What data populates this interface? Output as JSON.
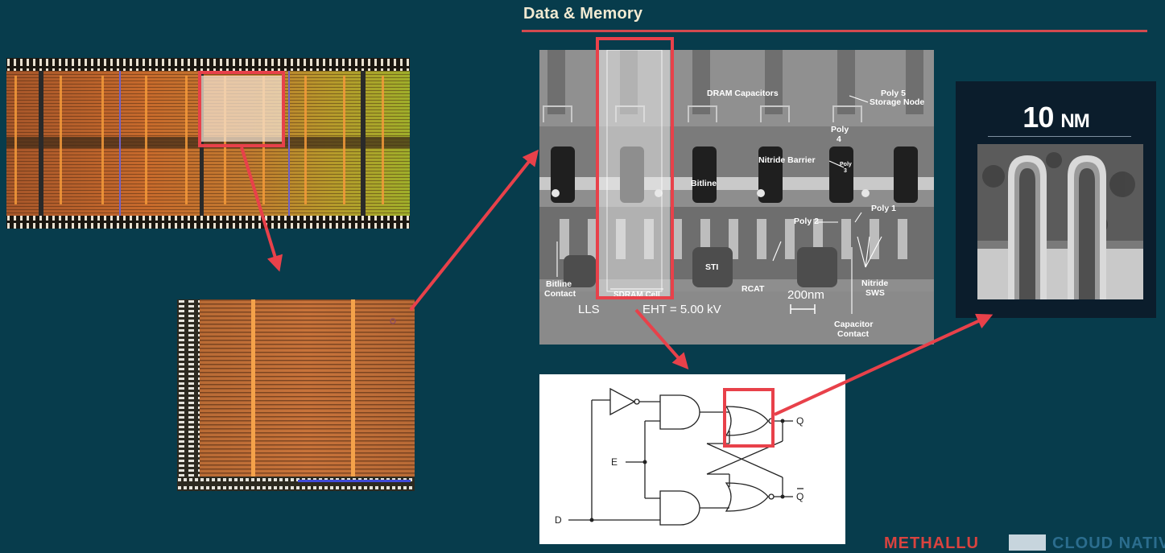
{
  "slide": {
    "title": "Data & Memory"
  },
  "sem": {
    "labels": {
      "dram_capacitors": "DRAM Capacitors",
      "poly5": "Poly 5",
      "storage_node": "Storage Node",
      "poly4a": "Poly",
      "poly4b": "4",
      "nitride_barrier": "Nitride Barrier",
      "poly3a": "Poly",
      "poly3b": "3",
      "bitline": "Bitline",
      "poly1": "Poly 1",
      "poly2": "Poly 2",
      "sti": "STI",
      "rcat": "RCAT",
      "bitline_contact1": "Bitline",
      "bitline_contact2": "Contact",
      "sdram_cell": "SDRAM Cell",
      "nitride_sws1": "Nitride",
      "nitride_sws2": "SWS",
      "capacitor_contact1": "Capacitor",
      "capacitor_contact2": "Contact"
    },
    "meta": {
      "lls": "LLS",
      "eht": "EHT =  5.00 kV",
      "scale": "200nm"
    }
  },
  "tem": {
    "title_num": "10",
    "title_unit": "NM"
  },
  "circuit": {
    "q": "Q",
    "q_bar": "Q",
    "e": "E",
    "d": "D"
  },
  "footer": {
    "logo1": "METHALLU",
    "logo2": "CLOUD NATIV"
  },
  "colors": {
    "background": "#073c4c",
    "accent": "#e8414a",
    "title": "#f1ead2"
  }
}
